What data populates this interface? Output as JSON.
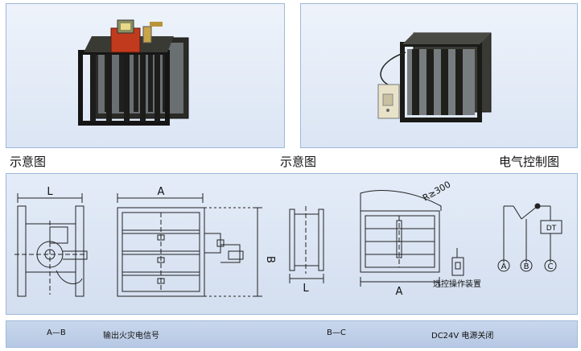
{
  "labels": {
    "left": "示意图",
    "middle": "示意图",
    "right": "电气控制图"
  },
  "diagram": {
    "dim_L": "L",
    "dim_A": "A",
    "dim_B": "B",
    "dim_L2": "L",
    "dim_A2": "A",
    "radius": "R≥300",
    "remote_device": "远控操作装置",
    "dt": "DT",
    "terminal_a": "A",
    "terminal_b": "B",
    "terminal_c": "C"
  },
  "captions": {
    "ab": "A—B",
    "ab_desc": "输出火灾电信号",
    "bc": "B—C",
    "bc_desc": "DC24V 电源关闭"
  },
  "colors": {
    "frame": "#9fb8d8",
    "panel_bg": "#dbe5f4",
    "caption_bg": "#c0d0e8"
  }
}
